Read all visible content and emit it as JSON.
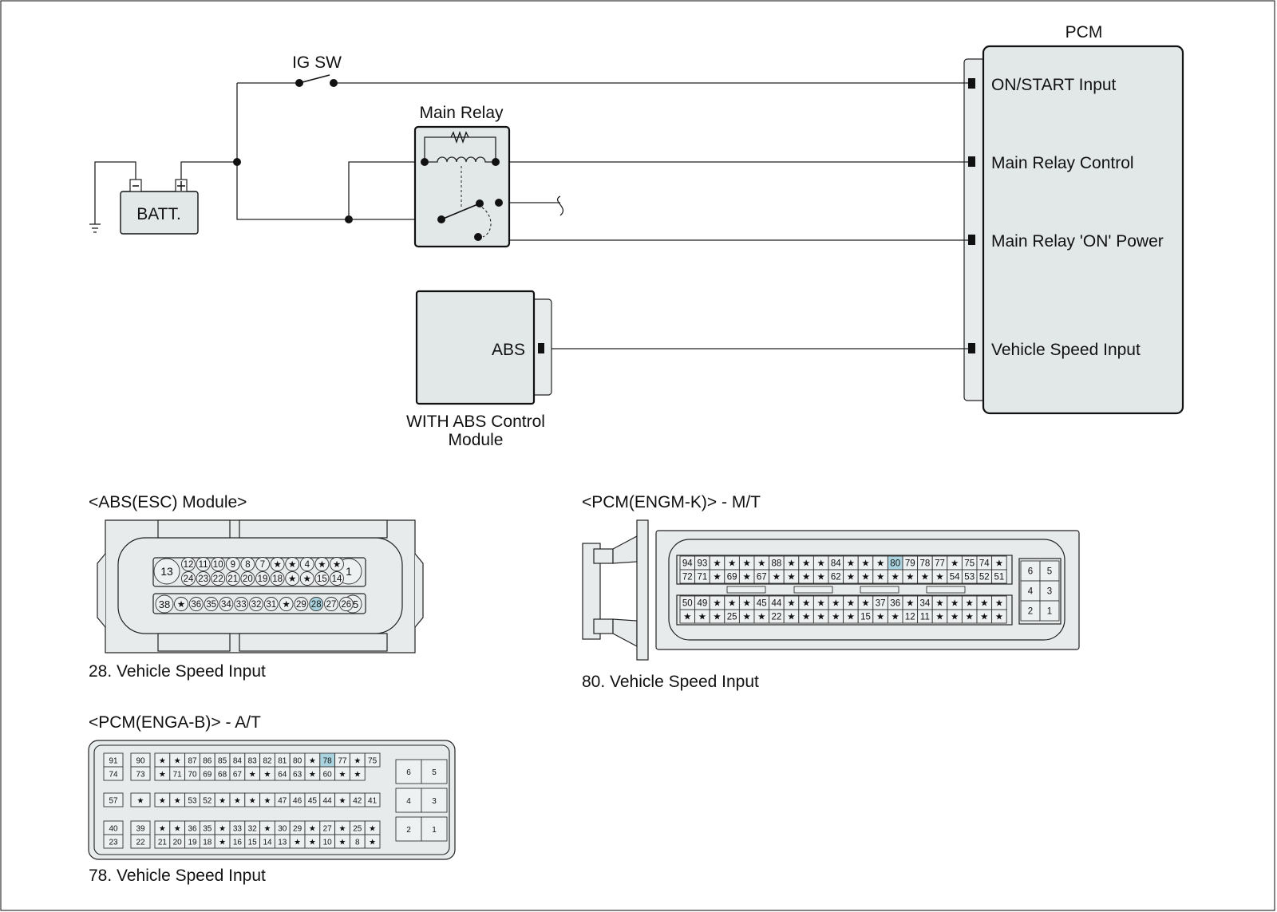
{
  "schematic": {
    "ig_sw": "IG SW",
    "main_relay": "Main Relay",
    "battery": "BATT.",
    "pcm_title": "PCM",
    "pcm_pins": [
      "ON/START Input",
      "Main Relay Control",
      "Main Relay 'ON' Power",
      "Vehicle Speed Input"
    ],
    "abs_label": "ABS",
    "abs_caption_line1": "WITH ABS Control",
    "abs_caption_line2": "Module"
  },
  "connectors": {
    "abs": {
      "title": "<ABS(ESC) Module>",
      "caption": "28. Vehicle Speed Input",
      "highlight": "28",
      "big_left_top": "13",
      "big_right_top": "1",
      "row1": [
        "12",
        "11",
        "10",
        "9",
        "8",
        "7",
        "*",
        "*",
        "4",
        "*",
        "*"
      ],
      "row2": [
        "24",
        "23",
        "22",
        "21",
        "20",
        "19",
        "18",
        "*",
        "*",
        "15",
        "14"
      ],
      "big_left_bottom": "38",
      "big_right_bottom": "25",
      "row3": [
        "*",
        "36",
        "35",
        "34",
        "33",
        "32",
        "31",
        "*",
        "29",
        "28",
        "27",
        "26"
      ]
    },
    "engmk": {
      "title": "<PCM(ENGM-K)> - M/T",
      "caption": "80. Vehicle Speed Input",
      "highlight": "80",
      "rows": [
        [
          "94",
          "93",
          "*",
          "*",
          "*",
          "*",
          "88",
          "*",
          "*",
          "*",
          "84",
          "*",
          "*",
          "*",
          "80",
          "79",
          "78",
          "77",
          "*",
          "75",
          "74",
          "*"
        ],
        [
          "72",
          "71",
          "*",
          "69",
          "*",
          "67",
          "*",
          "*",
          "*",
          "*",
          "62",
          "*",
          "*",
          "*",
          "*",
          "*",
          "*",
          "*",
          "54",
          "53",
          "52",
          "51"
        ],
        [
          "50",
          "49",
          "*",
          "*",
          "*",
          "45",
          "44",
          "*",
          "*",
          "*",
          "*",
          "*",
          "*",
          "37",
          "36",
          "*",
          "34",
          "*",
          "*",
          "*",
          "*",
          "*"
        ],
        [
          "*",
          "*",
          "*",
          "25",
          "*",
          "*",
          "22",
          "*",
          "*",
          "*",
          "*",
          "*",
          "15",
          "*",
          "*",
          "12",
          "11",
          "*",
          "*",
          "*",
          "*",
          "*"
        ]
      ],
      "side": [
        [
          "6",
          "5"
        ],
        [
          "4",
          "3"
        ],
        [
          "2",
          "1"
        ]
      ]
    },
    "engab": {
      "title": "<PCM(ENGA-B)> - A/T",
      "caption": "78. Vehicle Speed Input",
      "highlight": "78",
      "left": [
        [
          "91",
          "74"
        ],
        [
          "57"
        ],
        [
          "40",
          "23"
        ]
      ],
      "col2": [
        [
          "90",
          "73"
        ],
        [
          "*"
        ],
        [
          "39",
          "22"
        ]
      ],
      "rows": [
        [
          "*",
          "*",
          "87",
          "86",
          "85",
          "84",
          "83",
          "82",
          "81",
          "80",
          "*",
          "78",
          "77",
          "*",
          "75"
        ],
        [
          "*",
          "71",
          "70",
          "69",
          "68",
          "67",
          "*",
          "*",
          "64",
          "63",
          "*",
          "60",
          "*",
          "*"
        ],
        [
          "*",
          "*",
          "53",
          "52",
          "*",
          "*",
          "*",
          "*",
          "47",
          "46",
          "45",
          "44",
          "*",
          "42",
          "41"
        ],
        [
          "*",
          "*",
          "36",
          "35",
          "*",
          "33",
          "32",
          "*",
          "30",
          "29",
          "*",
          "27",
          "*",
          "25",
          "*"
        ],
        [
          "21",
          "20",
          "19",
          "18",
          "*",
          "16",
          "15",
          "14",
          "13",
          "*",
          "*",
          "10",
          "*",
          "8",
          "*"
        ]
      ],
      "side": [
        [
          "6",
          "5"
        ],
        [
          "4",
          "3"
        ],
        [
          "2",
          "1"
        ]
      ]
    }
  }
}
